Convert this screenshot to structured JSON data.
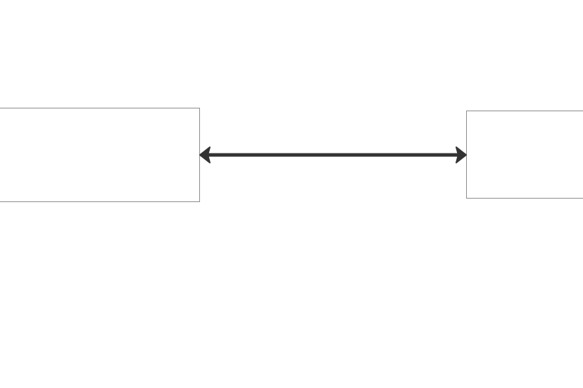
{
  "diagram": {
    "nodes": [
      {
        "id": "left",
        "label": ""
      },
      {
        "id": "right",
        "label": ""
      }
    ],
    "edges": [
      {
        "from": "left",
        "to": "right",
        "direction": "bidirectional",
        "label": ""
      }
    ]
  },
  "colors": {
    "background": "#ffffff",
    "node_border": "#8c8c8c",
    "connector": "#333333"
  }
}
